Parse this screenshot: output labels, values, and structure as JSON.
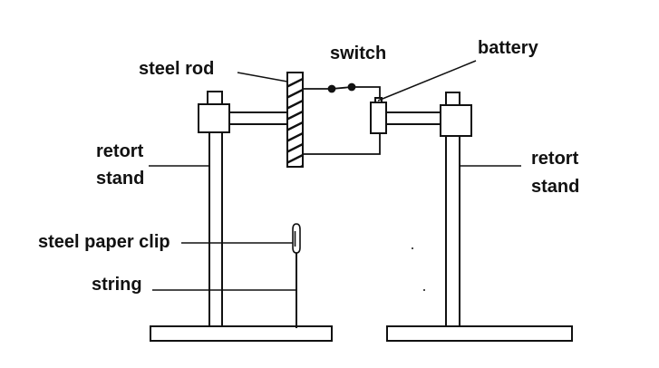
{
  "labels": {
    "steel_rod": "steel rod",
    "switch": "switch",
    "battery": "battery",
    "retort_stand_left_line1": "retort",
    "retort_stand_left_line2": "stand",
    "retort_stand_right_line1": "retort",
    "retort_stand_right_line2": "stand",
    "steel_paper_clip": "steel paper clip",
    "string": "string"
  },
  "colors": {
    "ink": "#111111",
    "background": "#ffffff"
  }
}
